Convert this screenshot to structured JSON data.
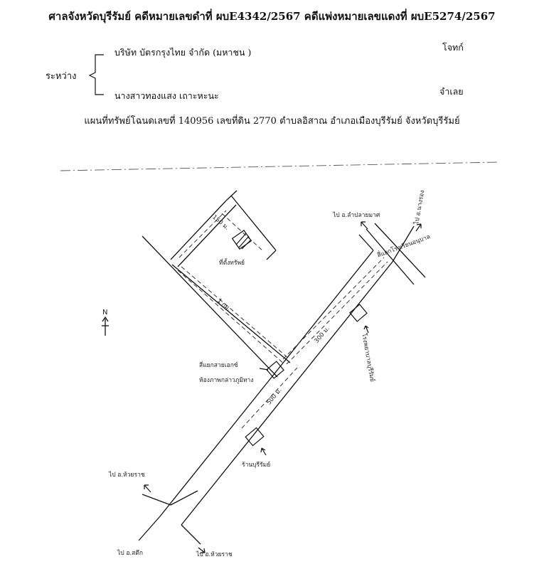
{
  "header": {
    "title": "ศาลจังหวัดบุรีรัมย์ คดีหมายเลขดำที่ ผบE4342/2567 คดีแพ่งหมายเลขแดงที่ ผบE5274/2567",
    "plaintiff_name": "บริษัท บัตรกรุงไทย จำกัด (มหาชน )",
    "plaintiff_role": "โจทก์",
    "between_label": "ระหว่าง",
    "defendant_name": "นางสาวทองแสง เถาะหะนะ",
    "defendant_role": "จำเลย",
    "subtitle": "แผนที่ทรัพย์โฉนดเลขที่ 140956 เลขที่ดิน 2770 ตำบลอิสาณ อำเภอเมืองบุรีรัมย์ จังหวัดบุรีรัมย์"
  },
  "map": {
    "north_label": "N",
    "labels": {
      "to_top_left": "ไป อ.ลำปลายมาศ",
      "to_top_right": "ไป อ.นางรอง",
      "to_bottom_left": "ไป อ.ห้วยราช",
      "to_bottom_right": "ไป อ.สตึก",
      "hospital": "โรงพยาบาลบุรีรัมย์",
      "intersection": "สี่แยกโรงเรียนอนุบาล",
      "property": "ที่ตั้งทรัพย์",
      "landmark_left": "สี่แยกสายเอกซ์",
      "landmark_left_2": "ห้องภาพกล่าวภูมิทาง",
      "landmark_bottom": "ร้านบุรีรัมย์",
      "dist_1": "150 ม.",
      "dist_2": "1 กม.",
      "dist_3": "300 ม.",
      "dist_4": "500 ม."
    }
  }
}
